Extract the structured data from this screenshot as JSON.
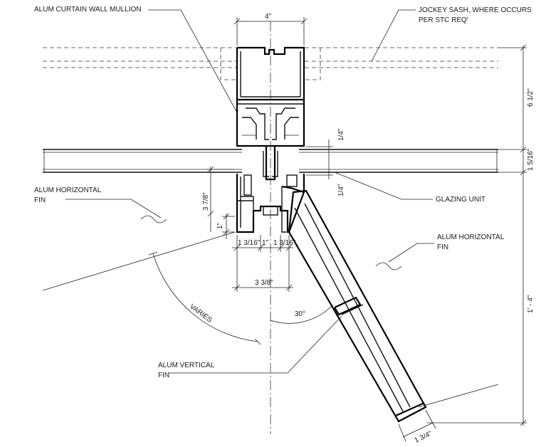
{
  "labels": {
    "mullion": "ALUM CURTAIN WALL MULLION",
    "jockey_line1": "JOCKEY SASH, WHERE OCCURS",
    "jockey_line2": "PER STC REQ'",
    "horiz_fin_left_line1": "ALUM HORIZONTAL",
    "horiz_fin_left_line2": "FIN",
    "glazing_unit": "GLAZING UNIT",
    "horiz_fin_right_line1": "ALUM HORIZONTAL",
    "horiz_fin_right_line2": "FIN",
    "vertical_fin_line1": "ALUM VERTICAL",
    "vertical_fin_line2": "FIN"
  },
  "dimensions": {
    "top_width": "4\"",
    "six_half": "6 1/2\"",
    "quarter_top": "1/4\"",
    "five_sixteenths": "1 5/16\"",
    "quarter_bottom": "1/4\"",
    "three_seven_eighths": "3 7/8\"",
    "one_inch_vertical": "1\"",
    "one_three_sixteenths_left": "1 3/16\"",
    "one_inch_mid": "1\"",
    "one_three_sixteenths_right": "1 3/16\"",
    "three_three_eighths": "3 3/8\"",
    "one_four": "1' - 4\"",
    "one_three_quarters": "1 3/4\"",
    "angle_thirty": "30°",
    "varies": "VARIES"
  }
}
